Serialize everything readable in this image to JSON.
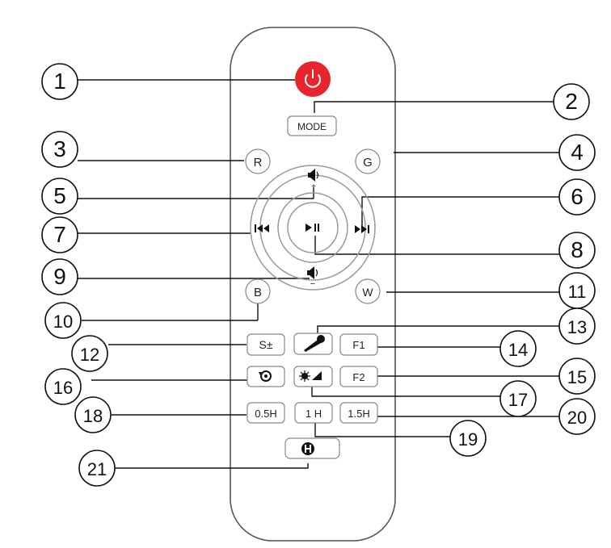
{
  "remote": {
    "body_color": "#ffffff",
    "outline_color": "#555555",
    "power_color": "#e8242c",
    "buttons": {
      "power": "",
      "mode": "MODE",
      "r": "R",
      "g": "G",
      "b": "B",
      "w": "W",
      "volume_up_symbol": "+",
      "volume_down_symbol": "−",
      "s_pm": "S±",
      "f1": "F1",
      "f2": "F2",
      "half_hour": "0.5H",
      "one_hour": "1 H",
      "one_half_hour": "1.5H"
    }
  },
  "callouts": [
    "1",
    "2",
    "3",
    "4",
    "5",
    "6",
    "7",
    "8",
    "9",
    "10",
    "11",
    "12",
    "13",
    "14",
    "15",
    "16",
    "17",
    "18",
    "19",
    "20",
    "21"
  ]
}
